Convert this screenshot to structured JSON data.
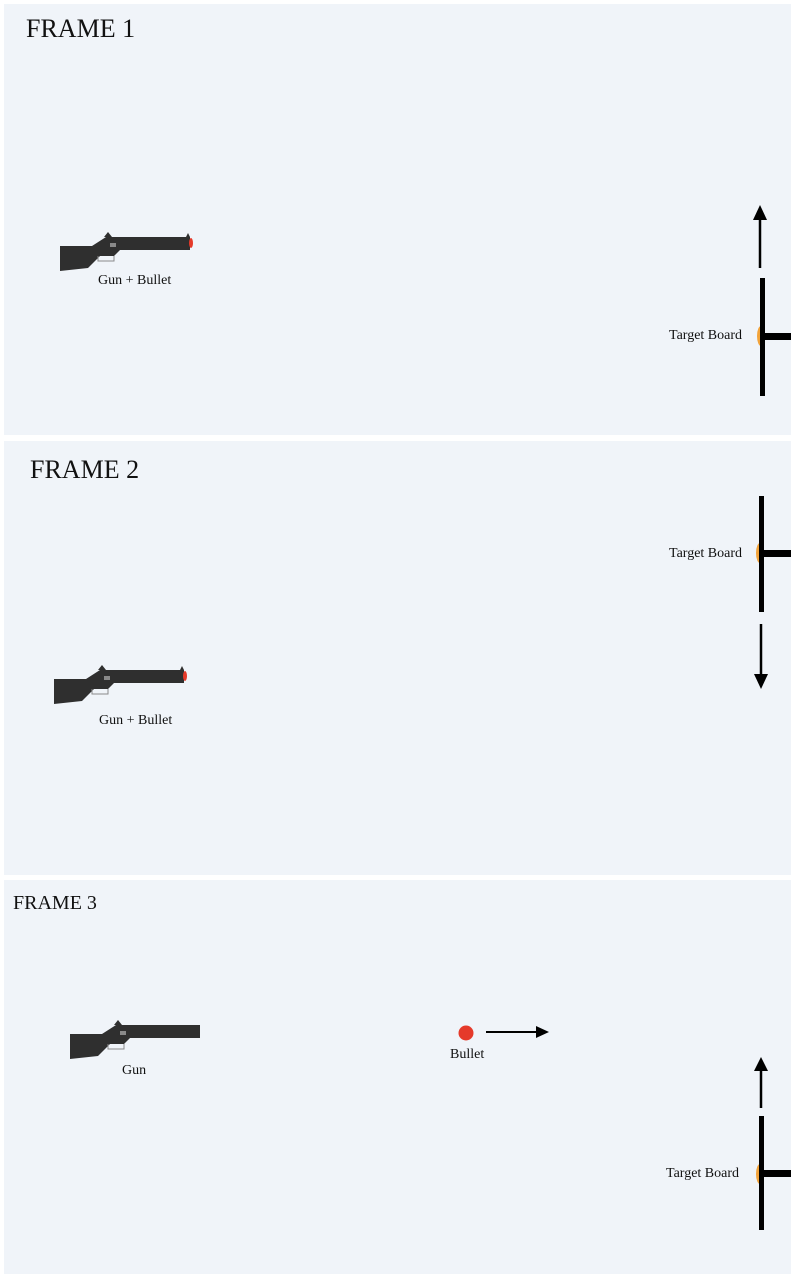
{
  "frames": [
    {
      "title": "FRAME 1",
      "gun_label": "Gun + Bullet",
      "target_label": "Target Board",
      "target_motion": "up"
    },
    {
      "title": "FRAME 2",
      "gun_label": "Gun + Bullet",
      "target_label": "Target Board",
      "target_motion": "down"
    },
    {
      "title": "FRAME 3",
      "gun_label": "Gun",
      "bullet_label": "Bullet",
      "bullet_motion": "right",
      "target_label": "Target Board",
      "target_motion": "up"
    }
  ],
  "colors": {
    "panel_background": "#f0f4f9",
    "gun": "#2f2f2f",
    "bullet": "#e53a2a",
    "target_bullseye": "#f2a33a",
    "target_board": "#000000",
    "arrow": "#000000"
  },
  "icons": [
    "gun-icon",
    "target-board-icon",
    "arrow-up-icon",
    "arrow-down-icon",
    "arrow-right-icon",
    "bullet-icon"
  ]
}
